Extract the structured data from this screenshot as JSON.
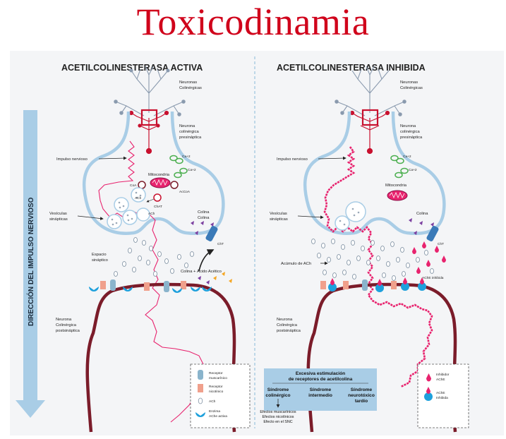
{
  "title": "Toxicodinamia",
  "left": {
    "heading": "ACETILCOLINESTERASA ACTIVA",
    "labels": {
      "neuronas": "Neuronas",
      "colinergicas": "Colinérgicas",
      "neurona": "Neurona",
      "colinergica": "colinérgica",
      "presinaptica": "presináptica",
      "impulso": "Impulso nervioso",
      "ca1": "Ca+2",
      "ca2": "Ca+2",
      "mitocondria": "Mitocondria",
      "coa": "CoA",
      "acetilcoa": "AcCoA",
      "chat": "ChAT",
      "ach": "ACh",
      "vesiculas1": "Vesículas",
      "vesiculas2": "sinápticas",
      "colina1": "Colina",
      "colina2": "Colina",
      "cht": "ChT",
      "espacio1": "Espacio",
      "espacio2": "sináptico",
      "colina_acido": "Colina + Ácido Acético",
      "post1": "Neurona",
      "post2": "Colinérgica",
      "post3": "postsináptica"
    },
    "legend": {
      "muscarinico1": "Receptor",
      "muscarinico2": "muscarínico",
      "nicotinico1": "Receptor",
      "nicotinico2": "nicotínico",
      "ach": "ACh",
      "enzima1": "Enzima",
      "enzima2": "AChe activa"
    }
  },
  "right": {
    "heading": "ACETILCOLINESTERASA INHIBIDA",
    "labels": {
      "neuronas": "Neuronas",
      "colinergicas": "Colinérgicas",
      "neurona": "Neurona",
      "colinergica": "colinérgica",
      "presinaptica": "presináptica",
      "impulso": "Impulso nervioso",
      "ca1": "Ca+2",
      "ca2": "Ca+2",
      "mitocondria": "Mitocondria",
      "vesiculas1": "Vesículas",
      "vesiculas2": "sinápticas",
      "colina": "Colina",
      "cht": "ChT",
      "acumulo": "Acúmulo de ACh",
      "ache_inhibida": "AChE inhibida",
      "post1": "Neurona",
      "post2": "Colinérgica",
      "post3": "postsináptica"
    },
    "box": {
      "title1": "Excesiva estimulación",
      "title2": "de receptores de acetilcolina",
      "col1a": "Síndrome",
      "col1b": "colinérgico",
      "col2a": "Síndrome",
      "col2b": "intermedio",
      "col3a": "Síndrome",
      "col3b": "neurotóxico",
      "col3c": "tardío",
      "eff1": "Efectos muscarínicos",
      "eff2": "Efectos nicotínicos",
      "eff3": "Efecto en el SNC"
    },
    "legend": {
      "inhibidor1": "Inhibidor",
      "inhibidor2": "AChE",
      "ache1": "AChE",
      "ache2": "Inhibida"
    }
  },
  "arrow_label": "DIRECCIÓN DEL IMPULSO NERVIOSO",
  "colors": {
    "title": "#d0021b",
    "membrane": "#a9cde6",
    "postsynaptic": "#7b1c2a",
    "impulse": "#e8236e",
    "arrow": "#a9cde6",
    "box": "#a9cde6",
    "enzyme": "#1ea0dc"
  }
}
